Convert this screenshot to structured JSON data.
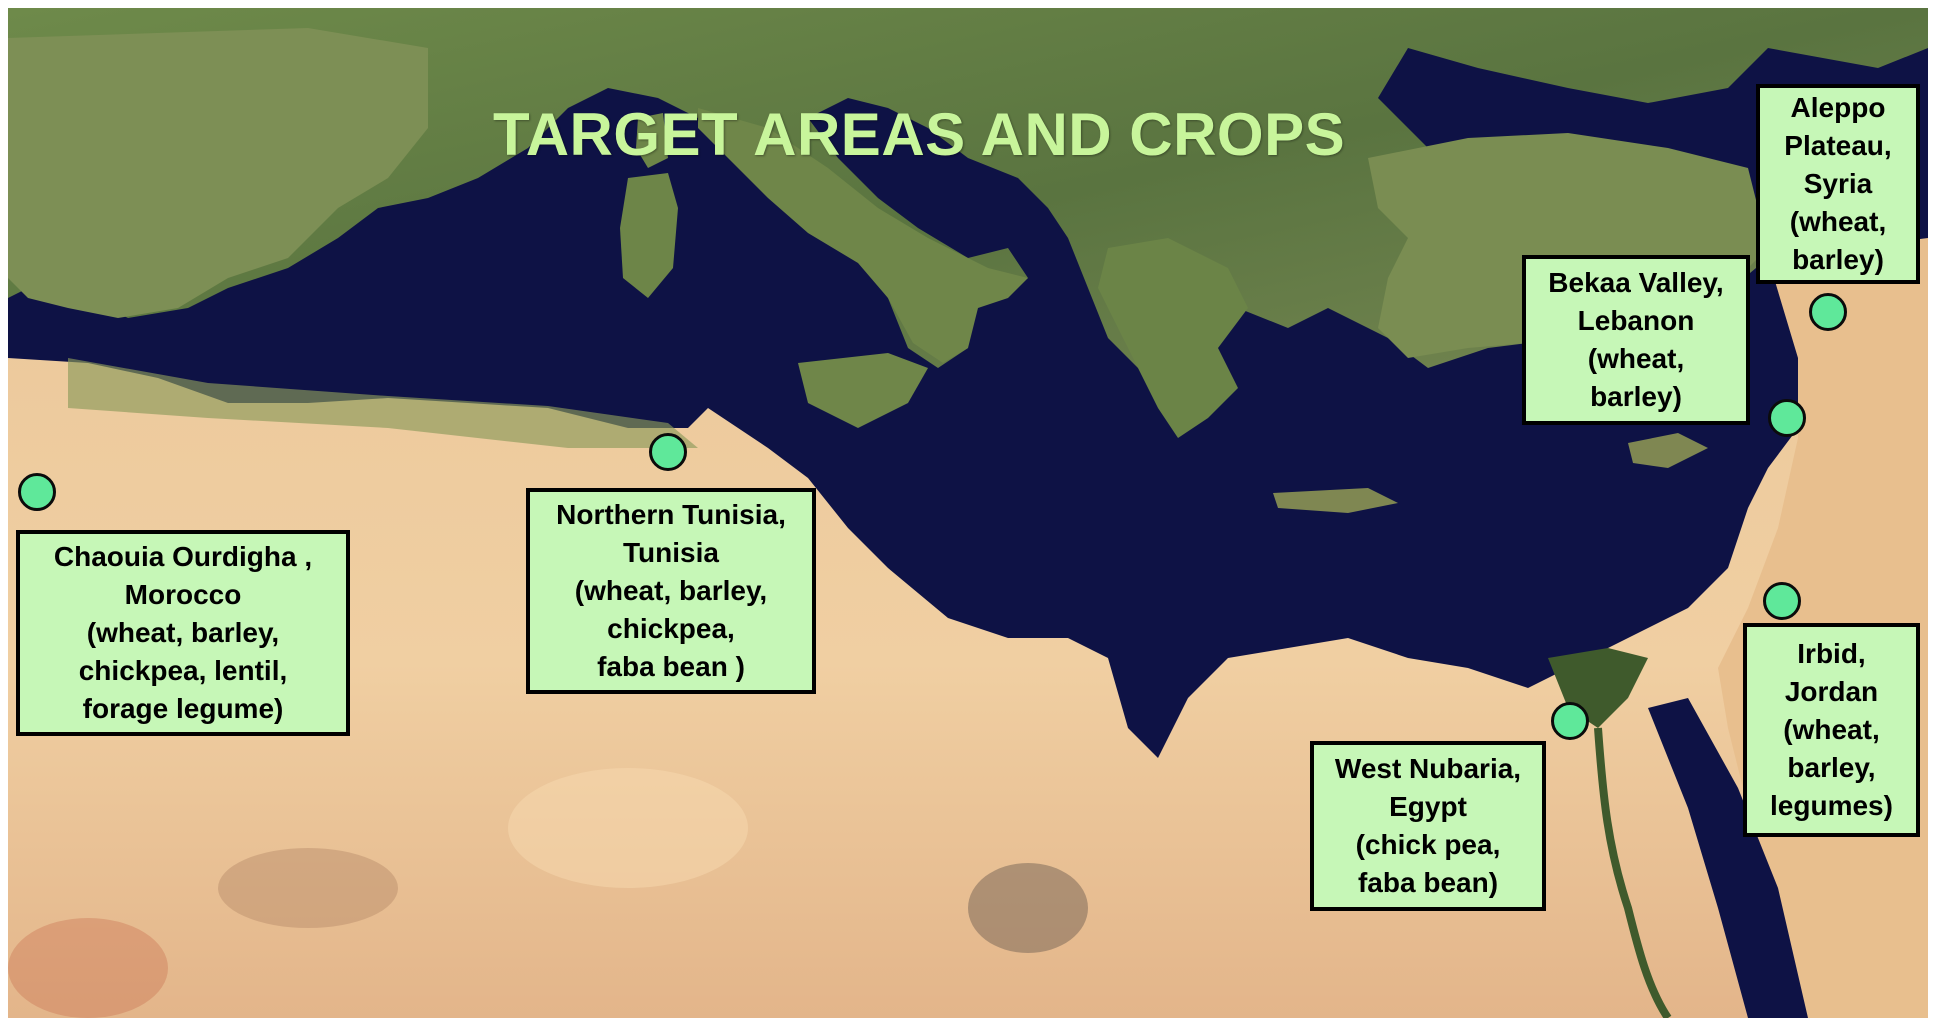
{
  "map": {
    "title": "TARGET AREAS AND CROPS",
    "colors": {
      "sea": "#0e1245",
      "desert": "#e8c396",
      "vegetation": "#5d7a3c",
      "title_text": "#c8f59b",
      "label_fill": "#c6f7b7",
      "marker_fill": "#5fe89a"
    },
    "sites": [
      {
        "id": "morocco",
        "lines": [
          "Chaouia Ourdigha ,",
          "Morocco",
          "(wheat, barley,",
          "chickpea, lentil,",
          "forage legume)"
        ]
      },
      {
        "id": "tunisia",
        "lines": [
          "Northern Tunisia,",
          "Tunisia",
          "(wheat, barley,",
          "chickpea,",
          "faba bean )"
        ]
      },
      {
        "id": "egypt",
        "lines": [
          "West Nubaria,",
          "Egypt",
          "(chick pea,",
          "faba bean)"
        ]
      },
      {
        "id": "lebanon",
        "lines": [
          "Bekaa Valley,",
          "Lebanon",
          "(wheat,",
          "barley)"
        ]
      },
      {
        "id": "syria",
        "lines": [
          "Aleppo",
          "Plateau,",
          "Syria",
          "(wheat,",
          "barley)"
        ]
      },
      {
        "id": "jordan",
        "lines": [
          "Irbid,",
          "Jordan",
          "(wheat,",
          "barley,",
          "legumes)"
        ]
      }
    ]
  }
}
